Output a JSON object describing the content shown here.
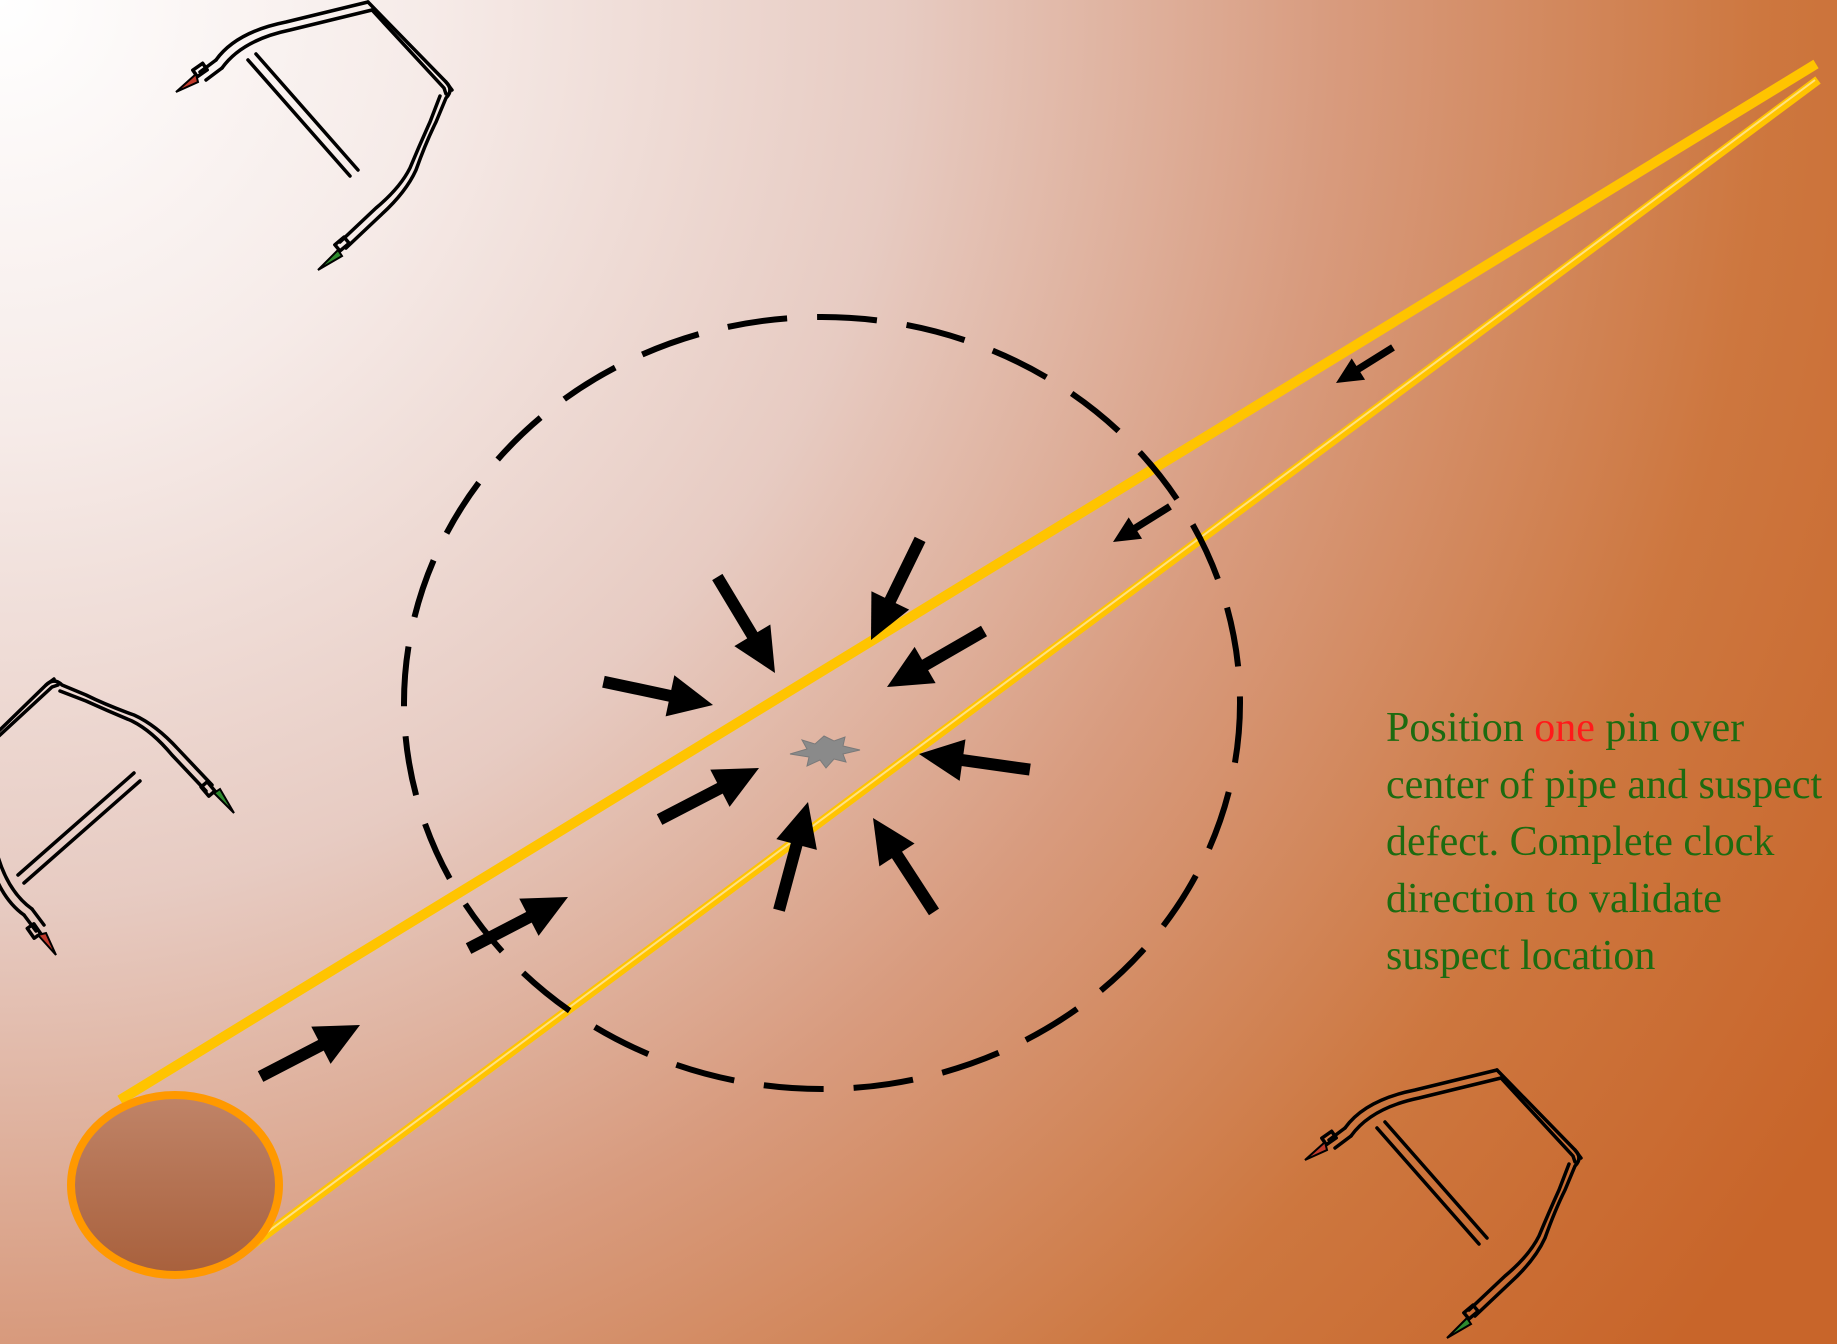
{
  "instruction": {
    "before": "Position ",
    "highlight": "one",
    "after": " pin over center of pipe and suspect defect. Complete clock direction to validate suspect location"
  },
  "colors": {
    "background_light": "#ffffff",
    "background_mid": "#e8cfc7",
    "background_dark": "#c8652a",
    "pipe": "#ffc400",
    "pipe_end_ring": "#ff9900",
    "pipe_end_fill": "#b06848",
    "search_circle": "#000000",
    "arrows": "#000000",
    "defect": "#888888",
    "text": "#1d6b10",
    "text_highlight": "#ff1a1a",
    "probe_tip_red": "#c0392b",
    "probe_tip_green": "#2e8b2e"
  },
  "icons": {
    "probe": "pin-locator-probe-icon",
    "defect": "starburst-defect-icon",
    "arrow": "direction-arrow-icon"
  }
}
